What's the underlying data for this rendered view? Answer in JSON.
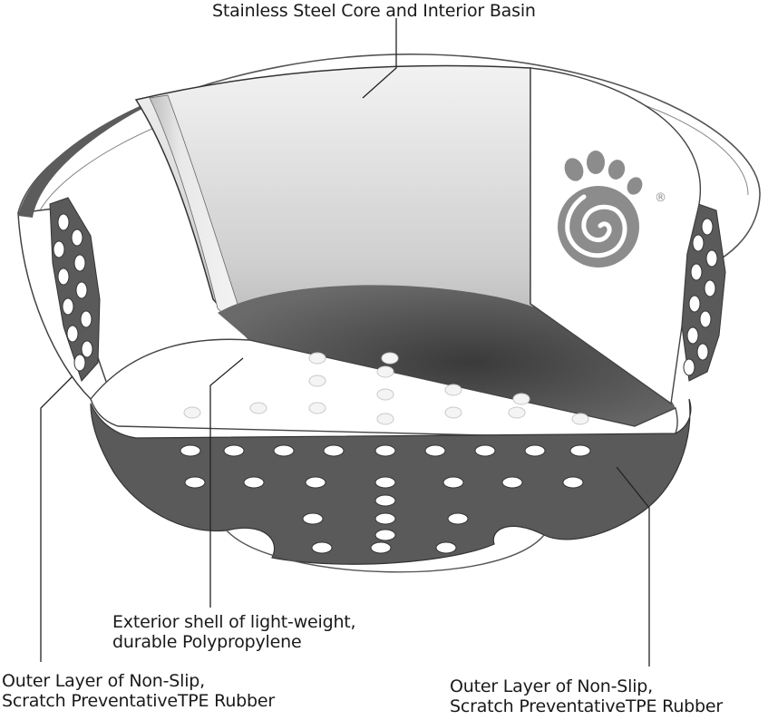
{
  "diagram": {
    "callouts": {
      "core": {
        "line1": "Stainless Steel Core and Interior Basin"
      },
      "shell": {
        "line1": "Exterior shell of light-weight,",
        "line2": "durable Polypropylene"
      },
      "rubber_left": {
        "line1": "Outer Layer of Non-Slip,",
        "line2": "Scratch PreventativeTPE Rubber"
      },
      "rubber_right": {
        "line1": "Outer Layer of Non-Slip,",
        "line2": "Scratch PreventativeTPE Rubber"
      }
    },
    "logo": {
      "mark": "paw-spiral",
      "registered": "®"
    },
    "colors": {
      "rubber": "#5a5a5a",
      "steel_light": "#e6e6e6",
      "steel_dark": "#444444",
      "shell": "#ffffff",
      "logo": "#8c8c8c"
    }
  }
}
